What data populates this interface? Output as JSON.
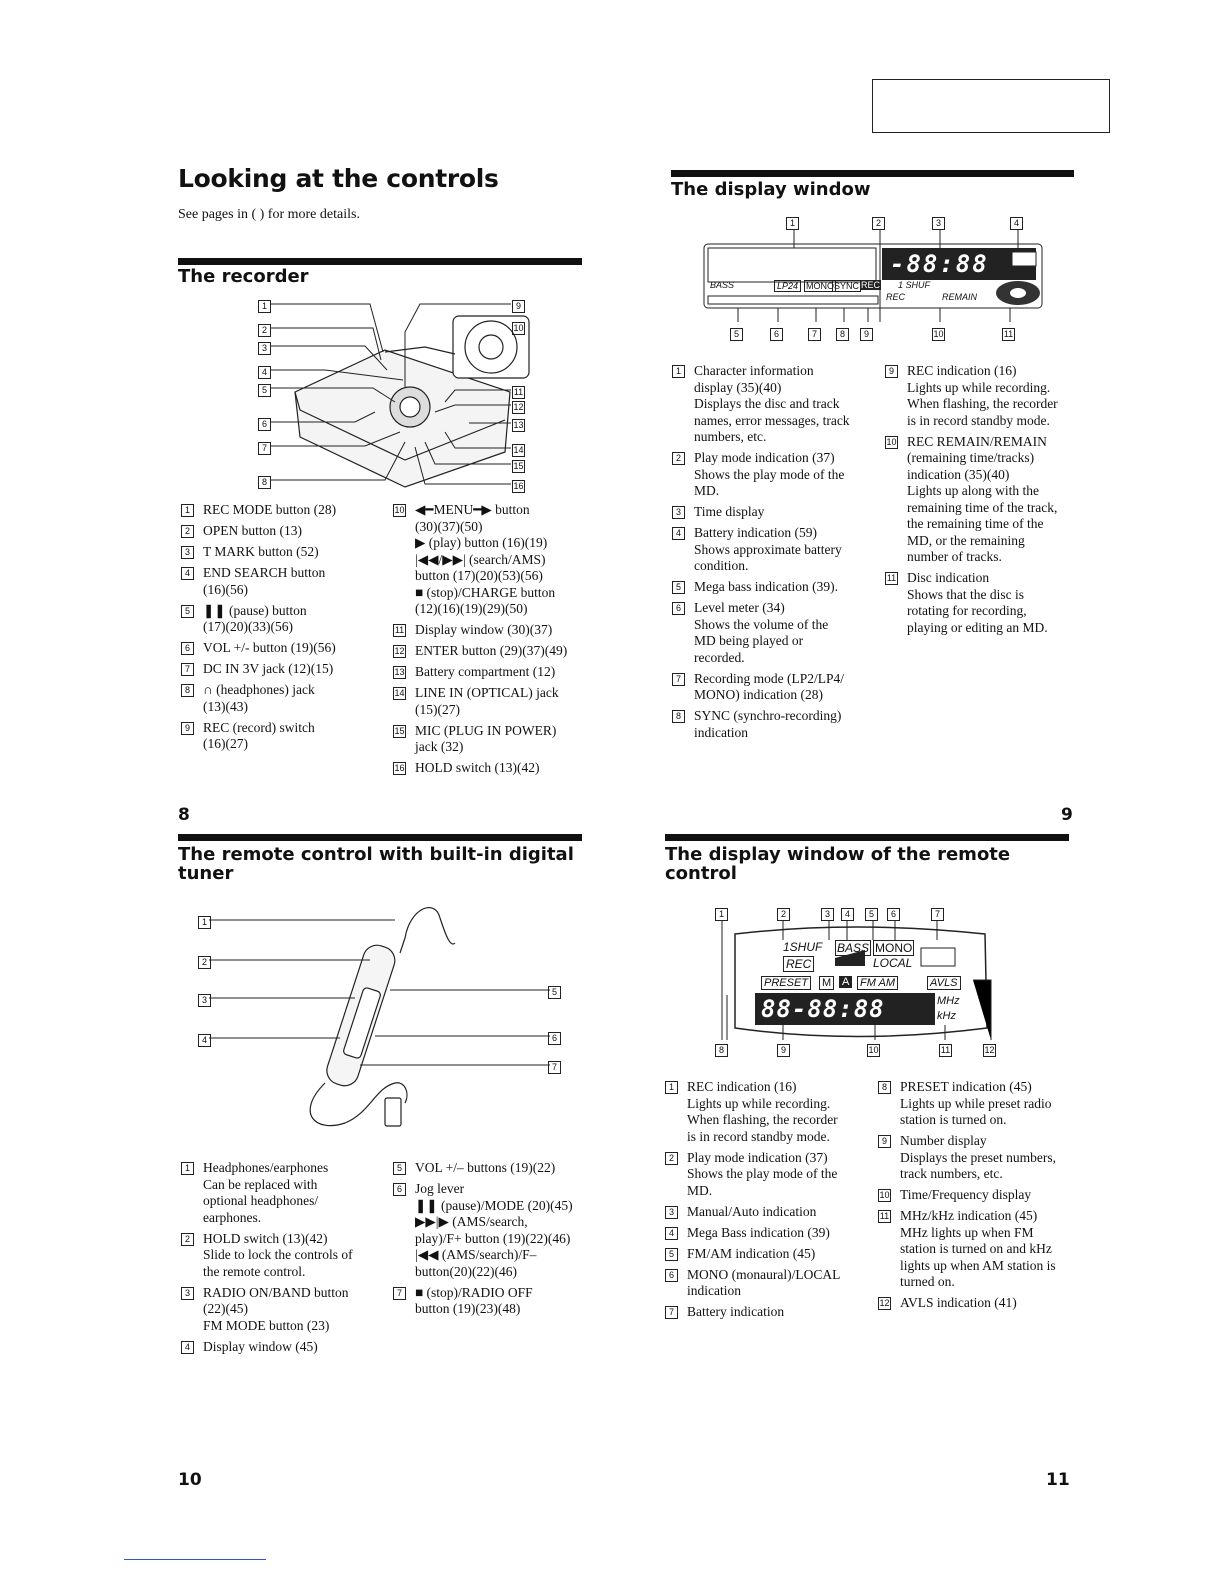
{
  "page_title": "Looking at the controls",
  "page_subtitle": "See pages in ( ) for more details.",
  "page_numbers": {
    "p8": "8",
    "p9": "9",
    "p10": "10",
    "p11": "11"
  },
  "sections": {
    "recorder": {
      "title": "The recorder",
      "col1": [
        {
          "n": "1",
          "t": "REC MODE button (28)"
        },
        {
          "n": "2",
          "t": "OPEN button (13)"
        },
        {
          "n": "3",
          "t": "T MARK button (52)"
        },
        {
          "n": "4",
          "t": "END SEARCH button\n(16)(56)"
        },
        {
          "n": "5",
          "t": "❚❚ (pause) button\n(17)(20)(33)(56)"
        },
        {
          "n": "6",
          "t": "VOL +/- button (19)(56)"
        },
        {
          "n": "7",
          "t": "DC IN 3V jack (12)(15)"
        },
        {
          "n": "8",
          "t": "∩ (headphones) jack\n(13)(43)"
        },
        {
          "n": "9",
          "t": "REC (record) switch\n(16)(27)"
        }
      ],
      "col2": [
        {
          "n": "10",
          "t": "◀━MENU━▶ button\n(30)(37)(50)\n▶ (play) button (16)(19)\n|◀◀/▶▶| (search/AMS)\nbutton (17)(20)(53)(56)\n■ (stop)/CHARGE button\n(12)(16)(19)(29)(50)"
        },
        {
          "n": "11",
          "t": "Display window (30)(37)"
        },
        {
          "n": "12",
          "t": "ENTER button (29)(37)(49)"
        },
        {
          "n": "13",
          "t": "Battery compartment (12)"
        },
        {
          "n": "14",
          "t": "LINE IN (OPTICAL) jack\n(15)(27)"
        },
        {
          "n": "15",
          "t": "MIC (PLUG IN POWER)\njack (32)"
        },
        {
          "n": "16",
          "t": "HOLD switch (13)(42)"
        }
      ]
    },
    "display_window": {
      "title": "The display window",
      "lcd": {
        "bass": "BASS",
        "lp24": "LP24",
        "mono": "MONO",
        "sync": "SYNC",
        "rec": "REC",
        "shuf": "1 SHUF",
        "rec2": "REC",
        "remain": "REMAIN",
        "digits": "-88:88"
      },
      "col1": [
        {
          "n": "1",
          "t": "Character information\ndisplay (35)(40)\nDisplays the disc and track\nnames, error messages, track\nnumbers, etc."
        },
        {
          "n": "2",
          "t": "Play mode indication (37)\nShows the play mode of the\nMD."
        },
        {
          "n": "3",
          "t": "Time display"
        },
        {
          "n": "4",
          "t": "Battery indication (59)\nShows approximate battery\ncondition."
        },
        {
          "n": "5",
          "t": "Mega bass indication (39)."
        },
        {
          "n": "6",
          "t": "Level meter (34)\nShows the volume of the\nMD being played or\nrecorded."
        },
        {
          "n": "7",
          "t": "Recording mode (LP2/LP4/\nMONO) indication (28)"
        },
        {
          "n": "8",
          "t": "SYNC (synchro-recording)\nindication"
        }
      ],
      "col2": [
        {
          "n": "9",
          "t": "REC indication (16)\nLights up while recording.\nWhen flashing, the recorder\nis in record standby mode."
        },
        {
          "n": "10",
          "t": "REC REMAIN/REMAIN\n(remaining time/tracks)\nindication (35)(40)\nLights up along with the\nremaining time of the track,\nthe remaining time of the\nMD, or the remaining\nnumber of tracks."
        },
        {
          "n": "11",
          "t": "Disc indication\nShows that the disc is\nrotating for recording,\nplaying or editing an MD."
        }
      ]
    },
    "remote": {
      "title": "The remote control with built-in digital tuner",
      "col1": [
        {
          "n": "1",
          "t": "Headphones/earphones\nCan be replaced with\noptional headphones/\nearphones."
        },
        {
          "n": "2",
          "t": "HOLD switch (13)(42)\nSlide to lock the controls of\nthe remote control."
        },
        {
          "n": "3",
          "t": "RADIO ON/BAND button\n(22)(45)\nFM MODE button (23)"
        },
        {
          "n": "4",
          "t": "Display window (45)"
        }
      ],
      "col2": [
        {
          "n": "5",
          "t": "VOL +/– buttons (19)(22)"
        },
        {
          "n": "6",
          "t": "Jog lever\n❚❚ (pause)/MODE (20)(45)\n▶▶|▶ (AMS/search,\nplay)/F+ button (19)(22)(46)\n|◀◀ (AMS/search)/F–\nbutton(20)(22)(46)"
        },
        {
          "n": "7",
          "t": "■ (stop)/RADIO OFF\nbutton (19)(23)(48)"
        }
      ]
    },
    "remote_display": {
      "title": "The display window of the remote control",
      "lcd": {
        "shuf": "1SHUF",
        "rec": "REC",
        "bass": "BASS",
        "mono": "MONO",
        "local": "LOCAL",
        "preset": "PRESET",
        "m": "M",
        "a": "A",
        "fmam": "FM AM",
        "avls": "AVLS",
        "mhz": "MHz",
        "khz": "kHz",
        "digits": "88-88:88"
      },
      "col1": [
        {
          "n": "1",
          "t": "REC indication (16)\nLights up while recording.\nWhen flashing, the recorder\nis in record standby mode."
        },
        {
          "n": "2",
          "t": "Play mode indication (37)\nShows the play mode of the\nMD."
        },
        {
          "n": "3",
          "t": "Manual/Auto indication"
        },
        {
          "n": "4",
          "t": "Mega Bass indication (39)"
        },
        {
          "n": "5",
          "t": "FM/AM indication (45)"
        },
        {
          "n": "6",
          "t": "MONO (monaural)/LOCAL\nindication"
        },
        {
          "n": "7",
          "t": "Battery indication"
        }
      ],
      "col2": [
        {
          "n": "8",
          "t": "PRESET indication (45)\nLights up while preset radio\nstation is turned on."
        },
        {
          "n": "9",
          "t": "Number display\nDisplays the preset numbers,\ntrack numbers, etc."
        },
        {
          "n": "10",
          "t": "Time/Frequency display"
        },
        {
          "n": "11",
          "t": "MHz/kHz indication (45)\nMHz lights up when FM\nstation is turned on and kHz\nlights up when AM station is\nturned on."
        },
        {
          "n": "12",
          "t": "AVLS indication (41)"
        }
      ]
    }
  }
}
